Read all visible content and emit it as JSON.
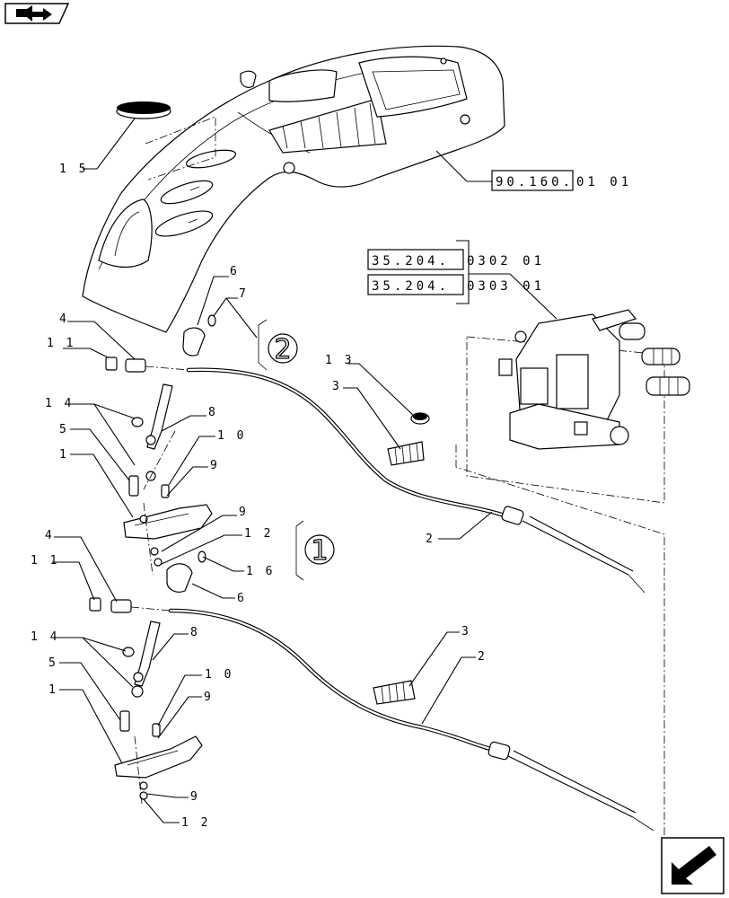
{
  "icons": {
    "top_left": "book-arrow-icon",
    "bottom_right": "next-page-arrow-icon"
  },
  "refs": {
    "ref1": {
      "boxed": "90.160.",
      "rest": "01 01"
    },
    "ref2": {
      "boxed": "35.204.",
      "rest": "0302 01"
    },
    "ref3": {
      "boxed": "35.204.",
      "rest": "0303 01"
    }
  },
  "circles": {
    "c1": "1",
    "c2": "2"
  },
  "callouts": [
    {
      "id": "15",
      "text": "1 5"
    },
    {
      "id": "6a",
      "text": "6"
    },
    {
      "id": "7",
      "text": "7"
    },
    {
      "id": "4a",
      "text": "4"
    },
    {
      "id": "11a",
      "text": "1 1"
    },
    {
      "id": "14a",
      "text": "1 4"
    },
    {
      "id": "8a",
      "text": "8"
    },
    {
      "id": "5a",
      "text": "5"
    },
    {
      "id": "10a",
      "text": "1 0"
    },
    {
      "id": "1a",
      "text": "1"
    },
    {
      "id": "9a",
      "text": "9"
    },
    {
      "id": "9b",
      "text": "9"
    },
    {
      "id": "12a",
      "text": "1 2"
    },
    {
      "id": "16",
      "text": "1 6"
    },
    {
      "id": "6b",
      "text": "6"
    },
    {
      "id": "13",
      "text": "1 3"
    },
    {
      "id": "3a",
      "text": "3"
    },
    {
      "id": "2a",
      "text": "2"
    },
    {
      "id": "4b",
      "text": "4"
    },
    {
      "id": "11b",
      "text": "1 1"
    },
    {
      "id": "14b",
      "text": "1 4"
    },
    {
      "id": "8b",
      "text": "8"
    },
    {
      "id": "5b",
      "text": "5"
    },
    {
      "id": "10b",
      "text": "1 0"
    },
    {
      "id": "1b",
      "text": "1"
    },
    {
      "id": "9c",
      "text": "9"
    },
    {
      "id": "3b",
      "text": "3"
    },
    {
      "id": "2b",
      "text": "2"
    },
    {
      "id": "9d",
      "text": "9"
    },
    {
      "id": "12b",
      "text": "1 2"
    }
  ]
}
